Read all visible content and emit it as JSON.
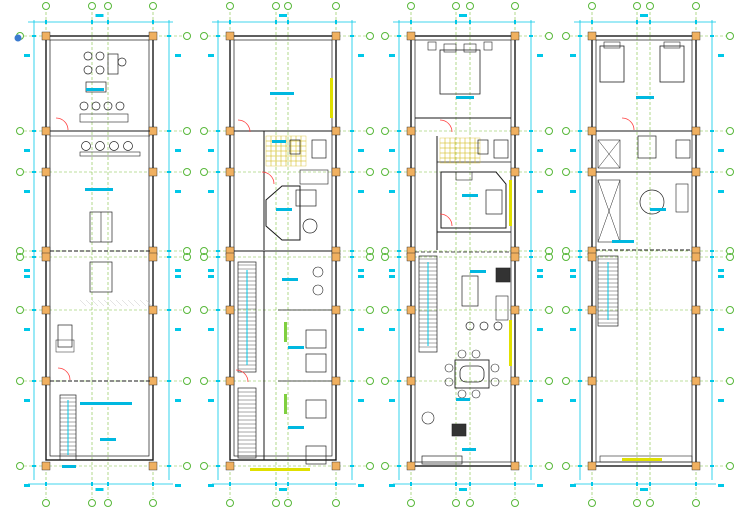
{
  "drawing": {
    "type": "architectural floor plans (CAD)",
    "plan_count": 4,
    "plans": [
      {
        "id": "plan-1",
        "rooms": [
          "office",
          "meeting",
          "hall",
          "storage"
        ]
      },
      {
        "id": "plan-2",
        "rooms": [
          "room",
          "bathroom",
          "kitchen",
          "stairs",
          "bedrooms"
        ]
      },
      {
        "id": "plan-3",
        "rooms": [
          "bedroom",
          "bathroom",
          "study",
          "kitchen",
          "dining",
          "living"
        ]
      },
      {
        "id": "plan-4",
        "rooms": [
          "bedroom",
          "bathroom",
          "terrace",
          "stairs"
        ]
      }
    ],
    "colors": {
      "background": "#ffffff",
      "wall": "#1a1a1a",
      "grid_line": "#7fbf3f",
      "grid_bubble": "#58b83a",
      "column": "#f0b060",
      "dimension": "#00c8e8",
      "room_label": "#00b8e0",
      "hatch": "#c9c9c9",
      "tile": "#d8c030",
      "furniture": "#222222",
      "door": "#ff4040",
      "window": "#e0e000"
    }
  }
}
